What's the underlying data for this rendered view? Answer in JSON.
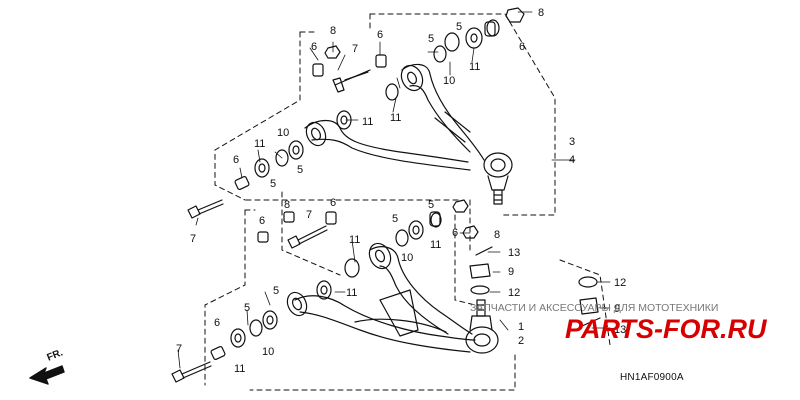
{
  "diagram": {
    "reference_code": "HN1AF0900A",
    "direction_label": "FR.",
    "watermark": {
      "caption": "ЗАПЧАСТИ И АКСЕССУАРЫ ДЛЯ МОТОТЕХНИКИ",
      "logo": "PARTS-FOR.RU"
    },
    "callouts": [
      "1",
      "2",
      "3",
      "4",
      "5",
      "6",
      "7",
      "8",
      "9",
      "10",
      "11",
      "12",
      "13"
    ],
    "accent_color": "#d70000",
    "line_color": "#111111"
  }
}
